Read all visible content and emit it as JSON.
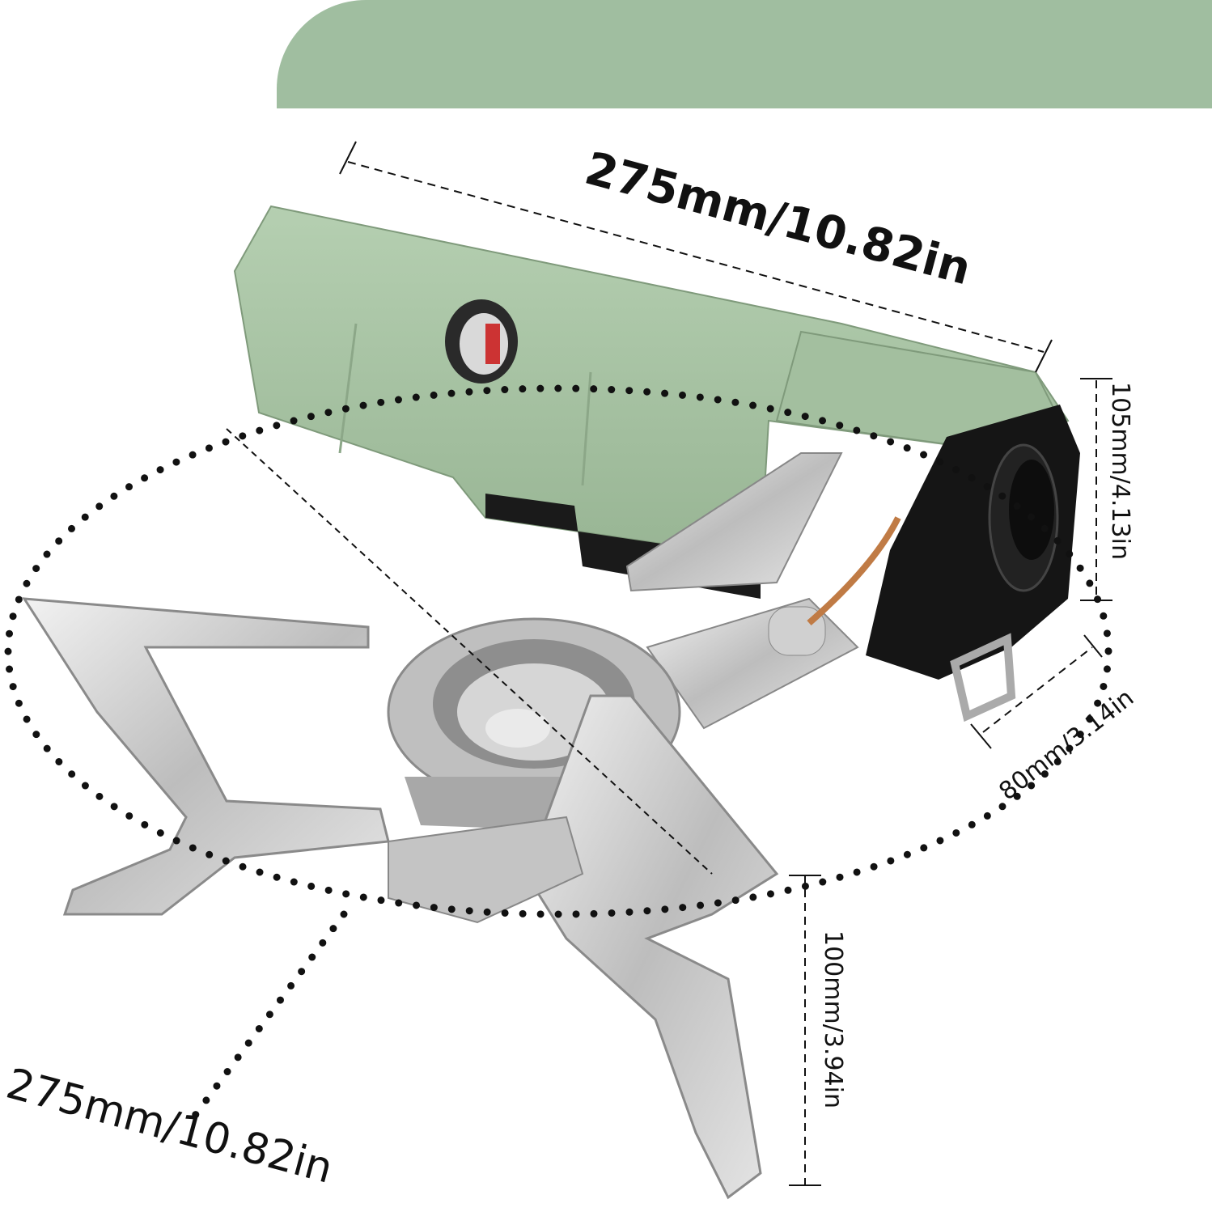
{
  "colors": {
    "accent_green": "#a0bea0",
    "body_green": "#a7c3a3",
    "steel": "#c9c9c9",
    "black_part": "#151515"
  },
  "dimensions": {
    "top_length": "275mm/10.82in",
    "right_height": "105mm/4.13in",
    "depth": "80mm/3.14in",
    "stand_height": "100mm/3.94in",
    "bottom_length": "275mm/10.82in"
  },
  "icons": {
    "gauge_window": "gauge-window-icon",
    "knob": "control-knob-icon"
  }
}
